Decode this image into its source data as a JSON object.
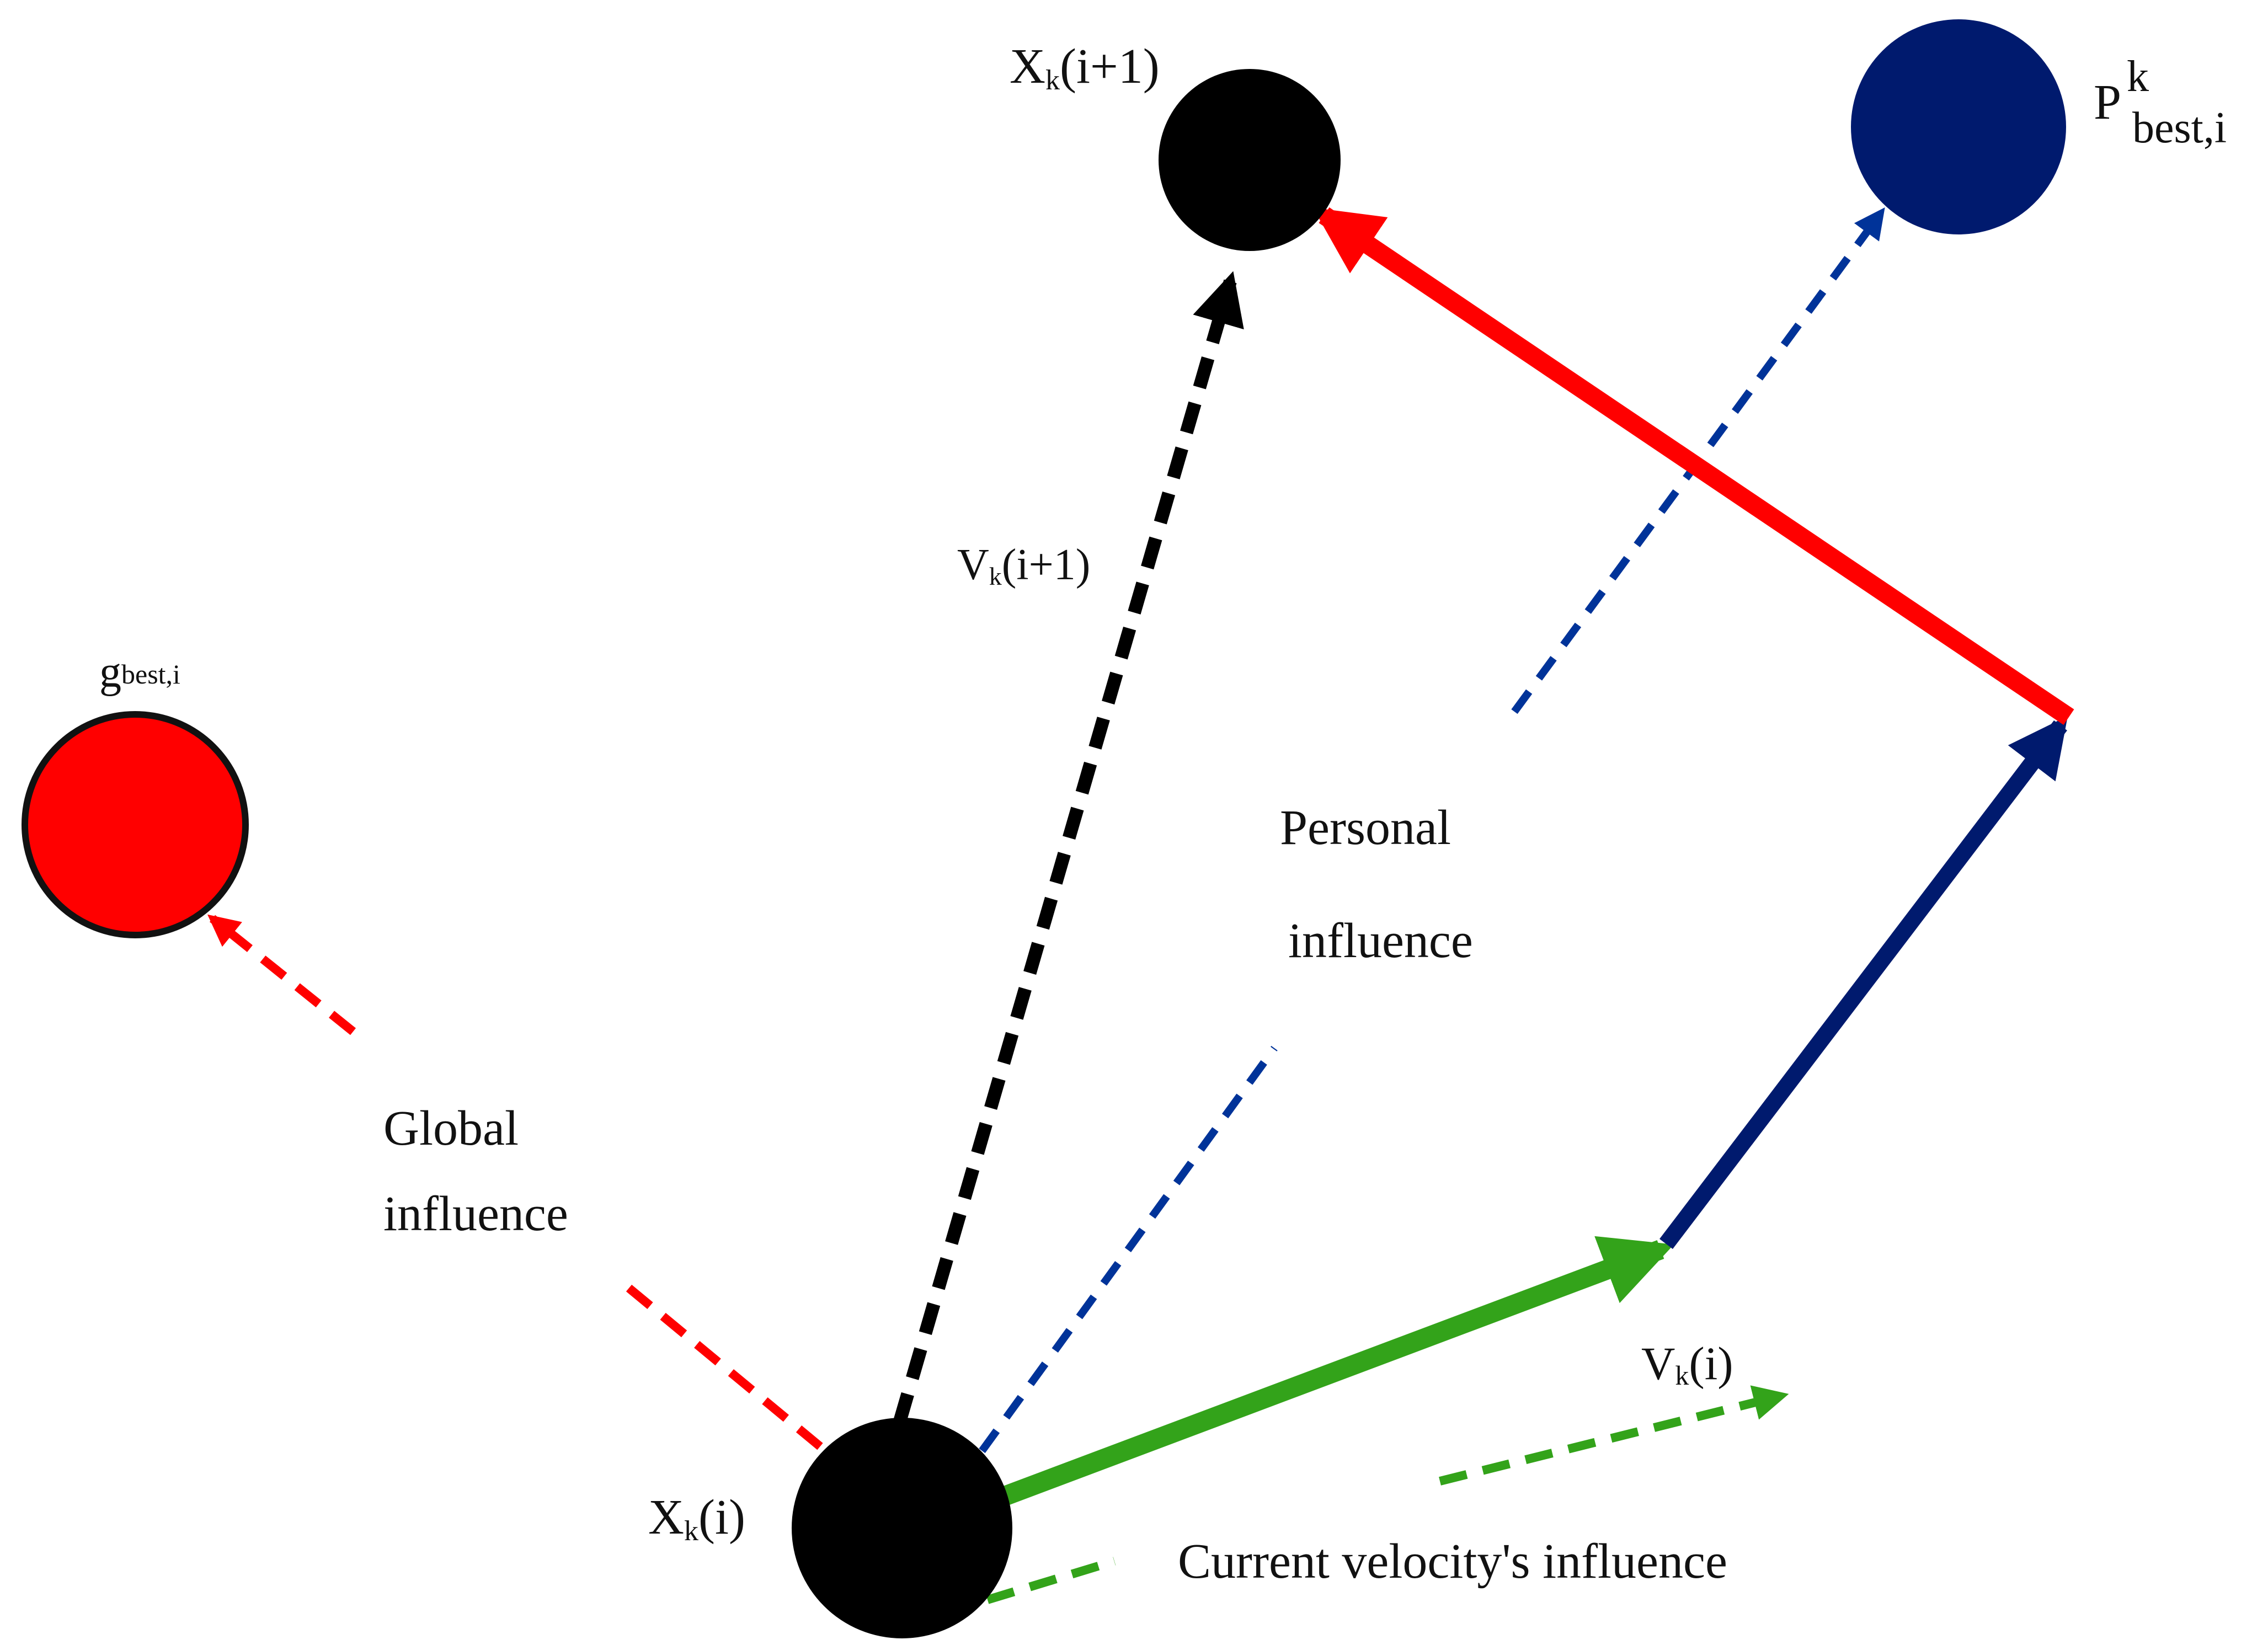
{
  "colors": {
    "black": "#000000",
    "red": "#ff0000",
    "navy": "#001a6e",
    "blue": "#003399",
    "green": "#33a31a"
  },
  "nodes": {
    "x_next": {
      "main": "X",
      "sub": "k",
      "suffix": "(i+1)"
    },
    "x_current": {
      "main": "X",
      "sub": "k",
      "suffix": "(i)"
    },
    "pbest": {
      "main": "P",
      "sup": "k",
      "sub": "best,i"
    },
    "gbest": {
      "main": "g",
      "sub": "best,i"
    }
  },
  "labels": {
    "v_next": {
      "main": "V",
      "sub": "k",
      "suffix": "(i+1)"
    },
    "v_current": {
      "main": "V",
      "sub": "k",
      "suffix": "(i)"
    },
    "personal_line1": "Personal",
    "personal_line2": "influence",
    "global_line1": "Global",
    "global_line2": "influence",
    "current_velocity": "Current velocity's influence"
  }
}
